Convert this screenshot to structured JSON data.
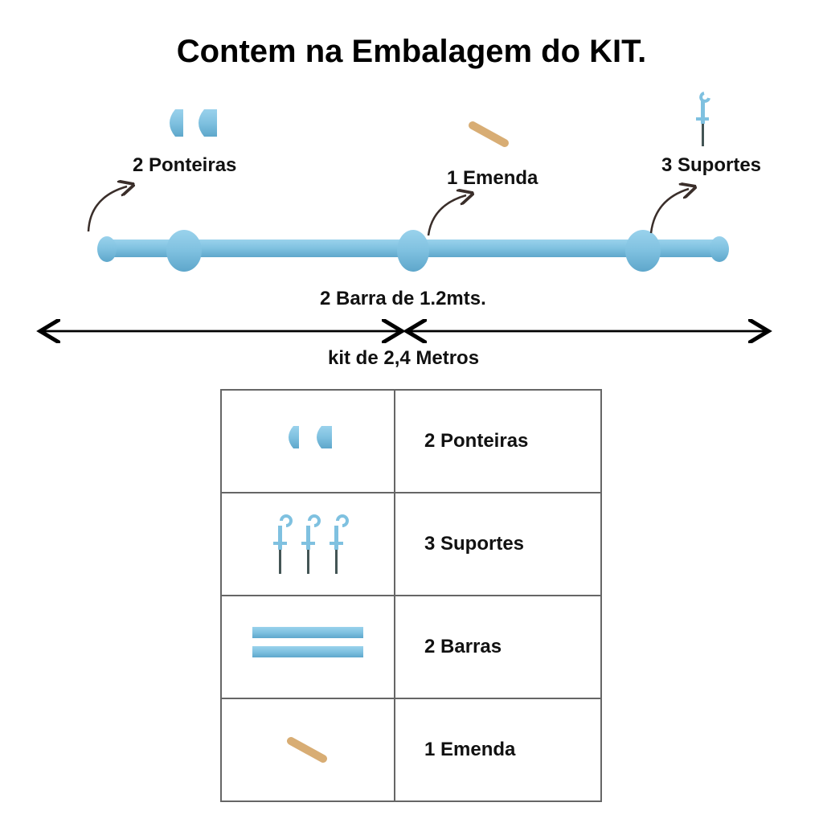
{
  "title": "Contem na Embalagem do KIT.",
  "diagram": {
    "ponteiras_label": "2 Ponteiras",
    "emenda_label": "1 Emenda",
    "suportes_label": "3 Suportes",
    "barra_label": "2 Barra de 1.2mts.",
    "kit_label": "kit de 2,4 Metros"
  },
  "table": {
    "rows": [
      {
        "label": "2 Ponteiras",
        "icon": "end-caps-icon"
      },
      {
        "label": "3 Suportes",
        "icon": "brackets-icon"
      },
      {
        "label": "2 Barras",
        "icon": "rods-icon"
      },
      {
        "label": "1 Emenda",
        "icon": "connector-icon"
      }
    ]
  },
  "colors": {
    "rod": "#7fc1e0",
    "wood": "#d8ad74",
    "arrow": "#3a2e2a"
  }
}
